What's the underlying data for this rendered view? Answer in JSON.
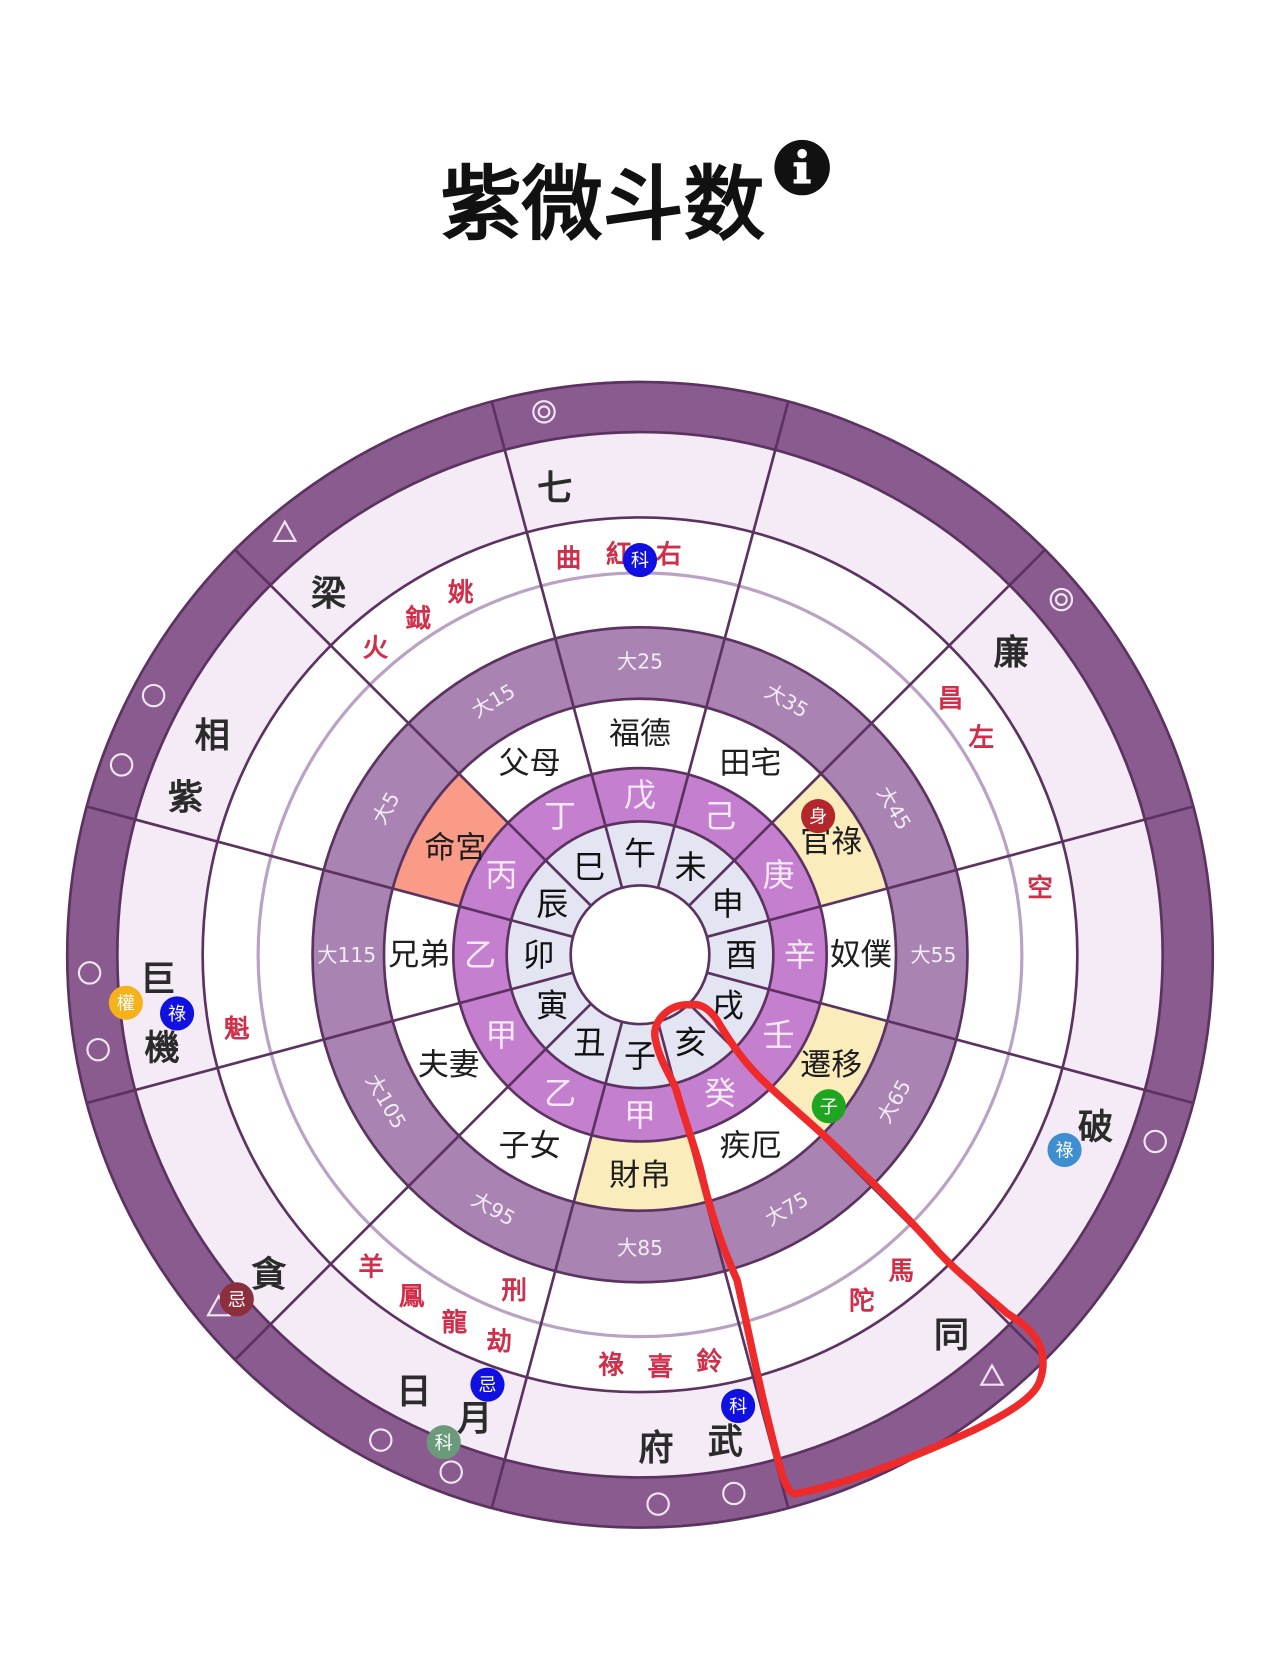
{
  "header": {
    "title": "紫微斗数",
    "info_icon": "info-circle-icon"
  },
  "colors": {
    "outer_band": "#8a5b8f",
    "star_band": "#f4ebf6",
    "daxian_band": "#a983b1",
    "stem_ring": "#c47fce",
    "branch_ring": "#e3e5f3",
    "lines": "#5b3260",
    "inner_circle_line": "#b9a2c4",
    "ming_palace": "#f99b87",
    "highlight_palace": "#fbecbb",
    "minor_star": "#cf2f4a",
    "annotation": "#ef2a2a"
  },
  "sectors": [
    {
      "branch": "午",
      "stem": "戊",
      "palace": "福德",
      "daxian": "大25",
      "main_stars": [
        "七"
      ],
      "minor_stars": [
        "曲",
        "紅",
        "右"
      ],
      "badges": [
        {
          "label": "科",
          "color": "#1010e0"
        }
      ],
      "marks": [
        "◎"
      ]
    },
    {
      "branch": "未",
      "stem": "己",
      "palace": "田宅",
      "daxian": "大35",
      "main_stars": [],
      "minor_stars": [],
      "badges": [],
      "marks": []
    },
    {
      "branch": "申",
      "stem": "庚",
      "palace": "官祿",
      "daxian": "大45",
      "highlight": "highlight",
      "main_stars": [
        "廉"
      ],
      "minor_stars": [
        "昌",
        "左"
      ],
      "badges": [
        {
          "label": "身",
          "color": "#b3262b"
        }
      ],
      "marks": [
        "◎"
      ]
    },
    {
      "branch": "酉",
      "stem": "辛",
      "palace": "奴僕",
      "daxian": "大55",
      "main_stars": [],
      "minor_stars": [
        "空"
      ],
      "badges": [],
      "marks": []
    },
    {
      "branch": "戌",
      "stem": "壬",
      "palace": "遷移",
      "daxian": "大65",
      "highlight": "highlight",
      "main_stars": [
        "破"
      ],
      "minor_stars": [],
      "badges": [
        {
          "label": "子",
          "color": "#1fa51f"
        },
        {
          "label": "祿",
          "color": "#3d8fcf"
        }
      ],
      "marks": [
        "○"
      ]
    },
    {
      "branch": "亥",
      "stem": "癸",
      "palace": "疾厄",
      "daxian": "大75",
      "main_stars": [
        "同"
      ],
      "minor_stars": [
        "陀",
        "馬"
      ],
      "badges": [],
      "marks": [
        "△"
      ]
    },
    {
      "branch": "子",
      "stem": "甲",
      "palace": "財帛",
      "daxian": "大85",
      "highlight": "highlight",
      "main_stars": [
        "府",
        "武"
      ],
      "minor_stars": [
        "祿",
        "喜",
        "鈴"
      ],
      "badges": [
        {
          "label": "科",
          "color": "#1010e0"
        }
      ],
      "marks": [
        "○",
        "○"
      ]
    },
    {
      "branch": "丑",
      "stem": "乙",
      "palace": "子女",
      "daxian": "大95",
      "main_stars": [
        "日",
        "月"
      ],
      "minor_stars": [
        "羊",
        "鳳",
        "龍",
        "刑",
        "劫"
      ],
      "badges": [
        {
          "label": "忌",
          "color": "#1010e0"
        },
        {
          "label": "科",
          "color": "#6b9a7a"
        }
      ],
      "marks": [
        "○",
        "○"
      ]
    },
    {
      "branch": "寅",
      "stem": "甲",
      "palace": "夫妻",
      "daxian": "大105",
      "main_stars": [
        "貪"
      ],
      "minor_stars": [],
      "badges": [
        {
          "label": "忌",
          "color": "#8b2f3f"
        }
      ],
      "marks": [
        "△"
      ]
    },
    {
      "branch": "卯",
      "stem": "乙",
      "palace": "兄弟",
      "daxian": "大115",
      "main_stars": [
        "巨",
        "機"
      ],
      "minor_stars": [
        "魁"
      ],
      "badges": [
        {
          "label": "權",
          "color": "#f5b21b"
        },
        {
          "label": "祿",
          "color": "#1010e0"
        }
      ],
      "marks": [
        "○",
        "○"
      ]
    },
    {
      "branch": "辰",
      "stem": "丙",
      "palace": "命宮",
      "daxian": "大5",
      "highlight": "ming",
      "main_stars": [
        "相",
        "紫"
      ],
      "minor_stars": [],
      "badges": [],
      "marks": [
        "○",
        "○"
      ]
    },
    {
      "branch": "巳",
      "stem": "丁",
      "palace": "父母",
      "daxian": "大15",
      "main_stars": [
        "梁"
      ],
      "minor_stars": [
        "火",
        "鉞",
        "姚"
      ],
      "badges": [],
      "marks": [
        "△"
      ]
    }
  ]
}
